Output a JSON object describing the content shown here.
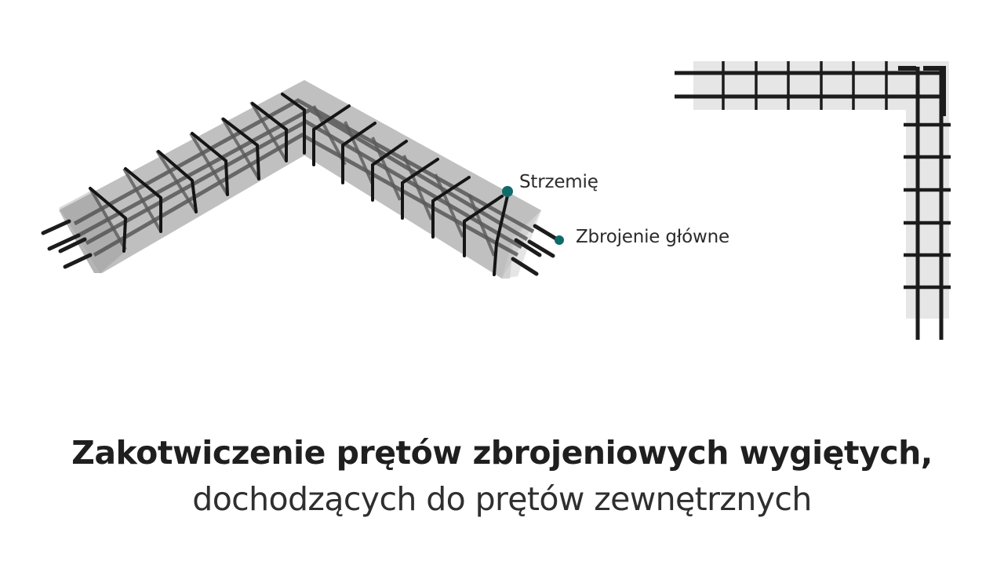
{
  "labels": {
    "stirrup": "Strzemię",
    "main_reinforcement": "Zbrojenie główne"
  },
  "title": {
    "main": "Zakotwiczenie prętów zbrojeniowych wygiętych,",
    "sub": "dochodzących do prętów zewnętrznych"
  },
  "colors": {
    "marker": "#0f6b6b",
    "rebar": "#1a1a1a",
    "concrete_3d": "#9a9a9a",
    "concrete_plan": "#e6e6e6",
    "text": "#1f1f1f"
  },
  "figures": {
    "isometric_view": {
      "left_arm_stirrups": 7,
      "right_arm_stirrups": 7
    },
    "plan_view": {
      "horizontal_arm_stirrups": 6,
      "vertical_arm_stirrups": 6
    }
  }
}
